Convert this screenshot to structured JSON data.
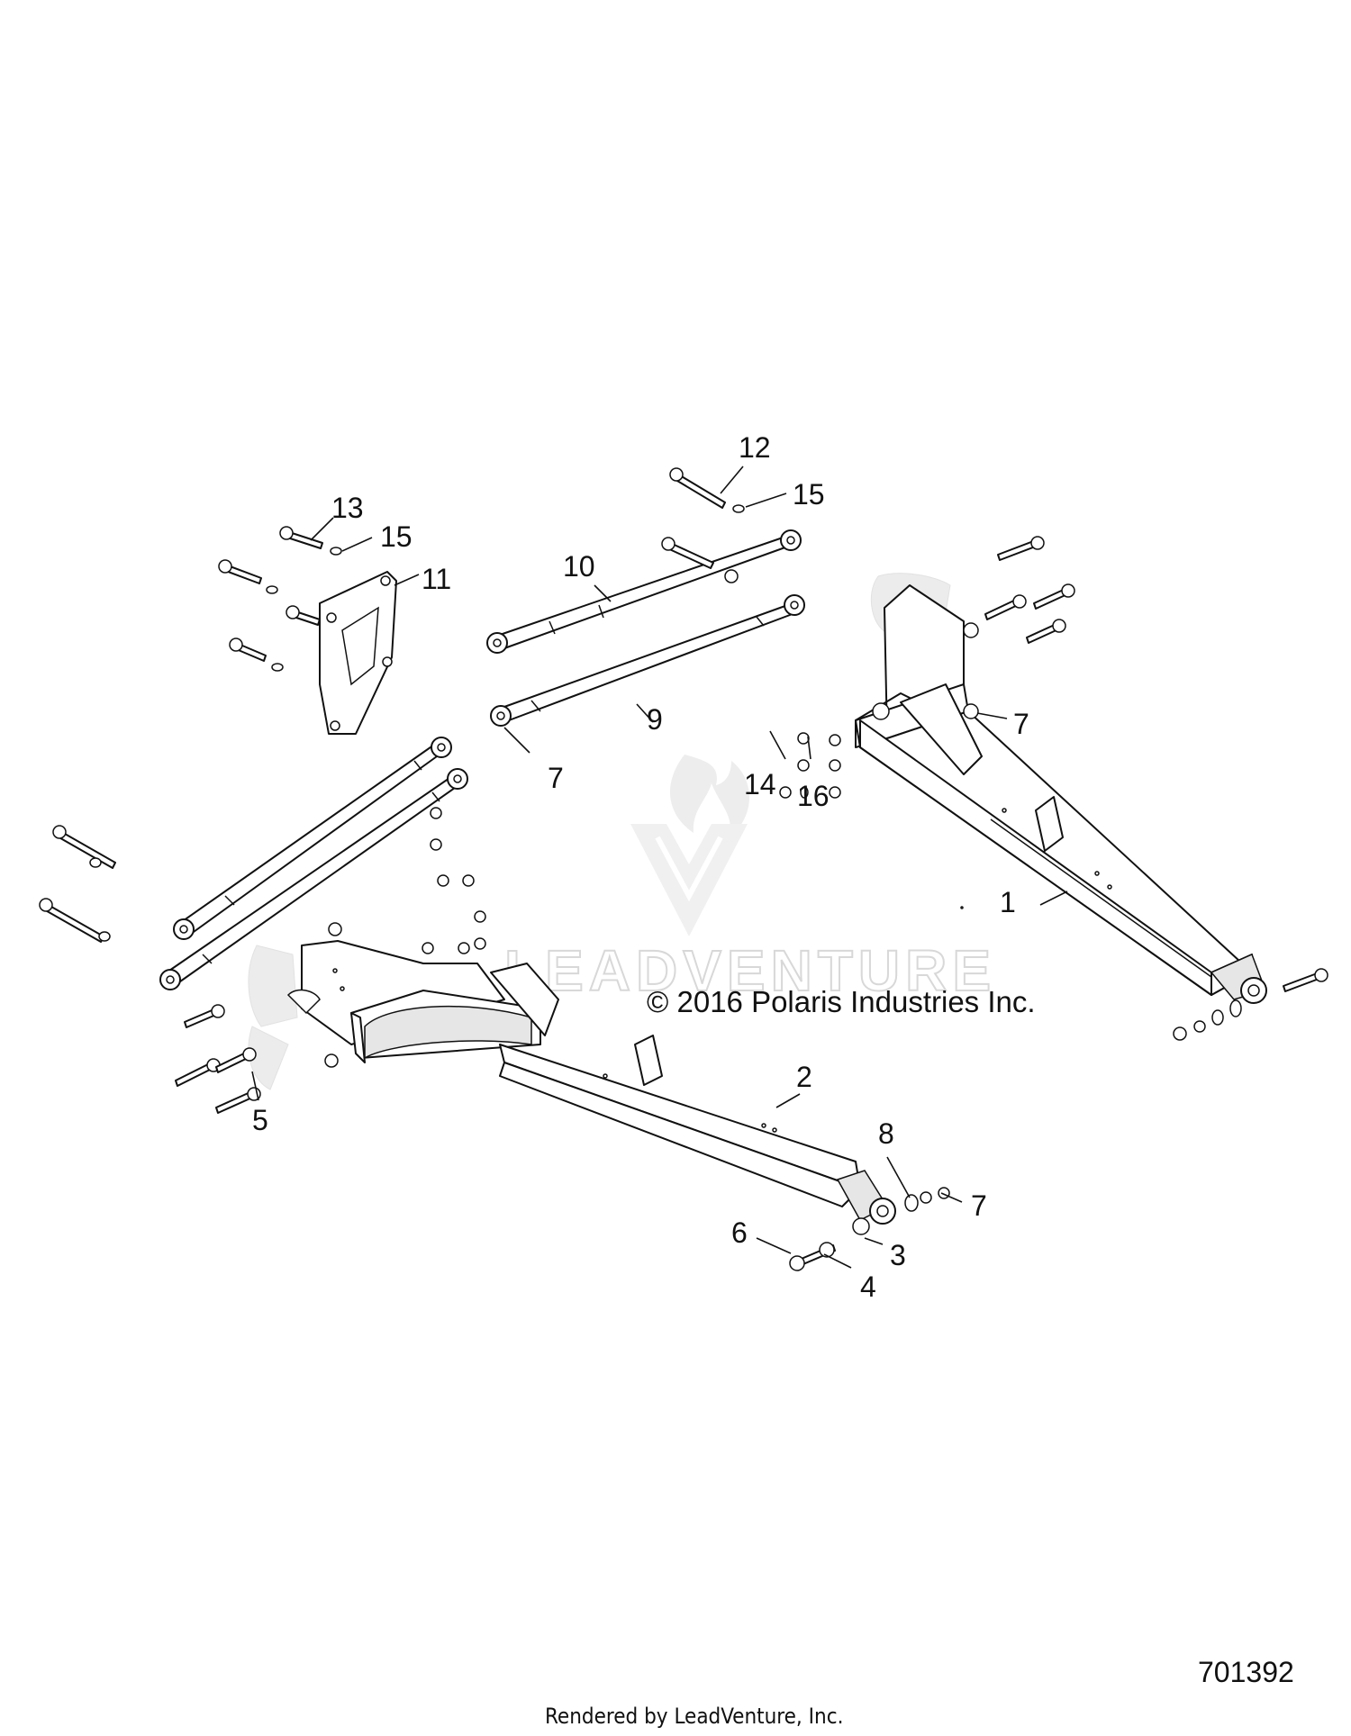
{
  "diagram": {
    "copyright": "© 2016 Polaris Industries Inc.",
    "watermark": "LEADVENTURE",
    "diagram_id": "701392",
    "rendered_by": "Rendered by LeadVenture, Inc."
  },
  "callouts": {
    "c1": "1",
    "c2": "2",
    "c3": "3",
    "c4": "4",
    "c5": "5",
    "c6": "6",
    "c7a": "7",
    "c7b": "7",
    "c7c": "7",
    "c8": "8",
    "c9": "9",
    "c10": "10",
    "c11": "11",
    "c12": "12",
    "c13": "13",
    "c14": "14",
    "c15a": "15",
    "c15b": "15",
    "c16": "16"
  }
}
